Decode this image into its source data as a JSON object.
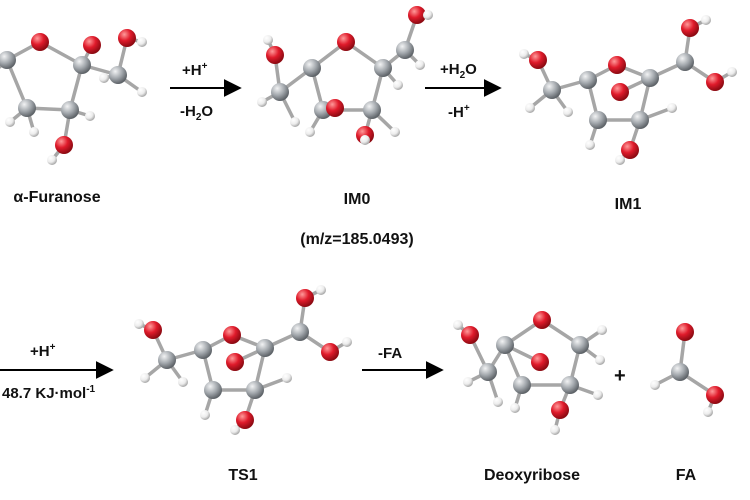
{
  "reaction": {
    "step1": {
      "above": "+H",
      "above_sup": "+",
      "below": "-H",
      "below_sub": "2",
      "below_end": "O"
    },
    "step2": {
      "above": "+H",
      "above_sub": "2",
      "above_end": "O",
      "below": "-H",
      "below_sup": "+"
    },
    "step3": {
      "above": "+H",
      "above_sup": "+",
      "below": "48.7 KJ·mol",
      "below_sup": "-1"
    },
    "step4": {
      "above": "-FA"
    },
    "plus": "+"
  },
  "molecules": [
    {
      "id": "alpha-furanose",
      "label": "α-Furanose"
    },
    {
      "id": "im0",
      "label": "IM0",
      "sublabel": "(m/z=185.0493)"
    },
    {
      "id": "im1",
      "label": "IM1"
    },
    {
      "id": "ts1",
      "label": "TS1"
    },
    {
      "id": "deoxyribose",
      "label": "Deoxyribose"
    },
    {
      "id": "fa",
      "label": "FA"
    }
  ],
  "colors": {
    "carbon": "#9aa0a6",
    "oxygen": "#e0202c",
    "hydrogen": "#f2f2f2",
    "bond": "#a6a6a6",
    "arrow": "#000000"
  }
}
